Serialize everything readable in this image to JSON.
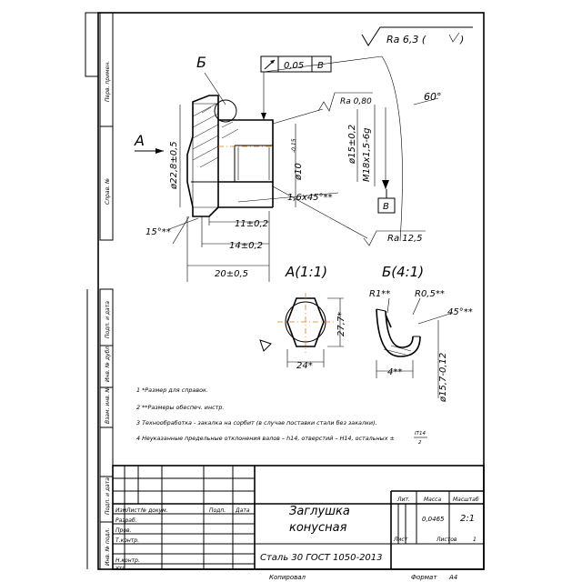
{
  "drawing": {
    "roughness_general": "Ra 6,3 (",
    "roughness_symbol_rest": ")",
    "section_label": "Б",
    "view_arrow_label": "А",
    "tolerance_value": "0,05",
    "tolerance_datum": "В",
    "ra_chamfer": "Ra 0,80",
    "ra_face": "Ra 12,5",
    "angle_60": "60°",
    "dim_d22": "ø22,8±0,5",
    "dim_d10": "ø10",
    "dim_d10_tol": "-0,15",
    "dim_d15": "ø15±0,2",
    "dim_thread": "M18x1,5-6g",
    "dim_chamfer": "1,6x45°**",
    "datum_box": "В",
    "dim_15deg": "15°**",
    "dim_11": "11±0,2",
    "dim_14": "14±0,2",
    "dim_20": "20±0,5",
    "view_a_title": "А(1:1)",
    "view_b_title": "Б(4:1)",
    "dim_27": "27,7*",
    "dim_24": "24*",
    "dim_r1": "R1**",
    "dim_r05": "R0,5**",
    "dim_45": "45°**",
    "dim_4": "4**",
    "dim_d157": "ø15,7-0,12"
  },
  "notes": [
    "1  *Размер для справок.",
    "2  **Размеры обеспеч. инстр.",
    "3  Технообработка - закалка на сорбит (в случае поставки стали без закалки).",
    "4  Неуказанные предельные отклонения валов – h14, отверстий – H14, остальных ±"
  ],
  "notes_fraction": {
    "num": "IT14",
    "den": "2"
  },
  "left_strip": {
    "top": [
      "Перв. примен.",
      "Справ. №"
    ],
    "bottom": [
      "Подп. и дата",
      "Инв. № дубл.",
      "Взам. инв. №",
      "Подп. и дата",
      "Инв. № подл."
    ]
  },
  "title_block": {
    "headers": [
      "Изм",
      "Лист",
      "№ докум.",
      "Подп.",
      "Дата"
    ],
    "roles": [
      "Разраб.",
      "Пров.",
      "Т.контр.",
      "",
      "Н.контр.",
      "Утв."
    ],
    "part_name_line1": "Заглушка",
    "part_name_line2": "конусная",
    "material": "Сталь 30 ГОСТ 1050-2013",
    "col_lit": "Лит.",
    "col_mass": "Масса",
    "col_scale": "Масштаб",
    "mass": "0,0465",
    "scale": "2:1",
    "sheet_label": "Лист",
    "sheets_label": "Листов",
    "sheets_count": "1"
  },
  "footer": {
    "copied": "Копировал",
    "format_label": "Формат",
    "format": "А4"
  }
}
